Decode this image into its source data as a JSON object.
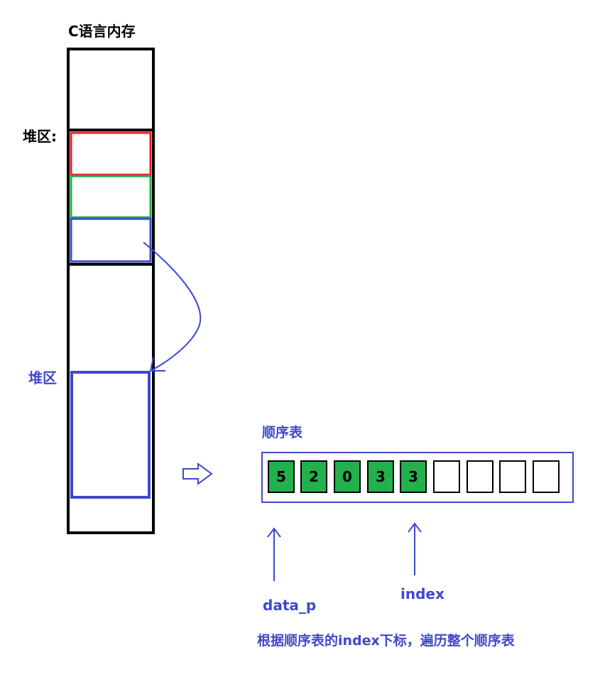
{
  "memory": {
    "title": "C语言内存",
    "heap_label_top": "堆区:",
    "heap_label_bottom": "堆区"
  },
  "seq_table": {
    "title": "顺序表",
    "cells": [
      "5",
      "2",
      "0",
      "3",
      "3",
      "",
      "",
      "",
      ""
    ],
    "pointer_labels": {
      "data_p": "data_p",
      "index": "index"
    }
  },
  "caption": "根据顺序表的index下标，遍历整个顺序表",
  "colors": {
    "black": "#000000",
    "blue": "#3f48cc",
    "red": "#ed1c24",
    "green": "#22b14c"
  }
}
